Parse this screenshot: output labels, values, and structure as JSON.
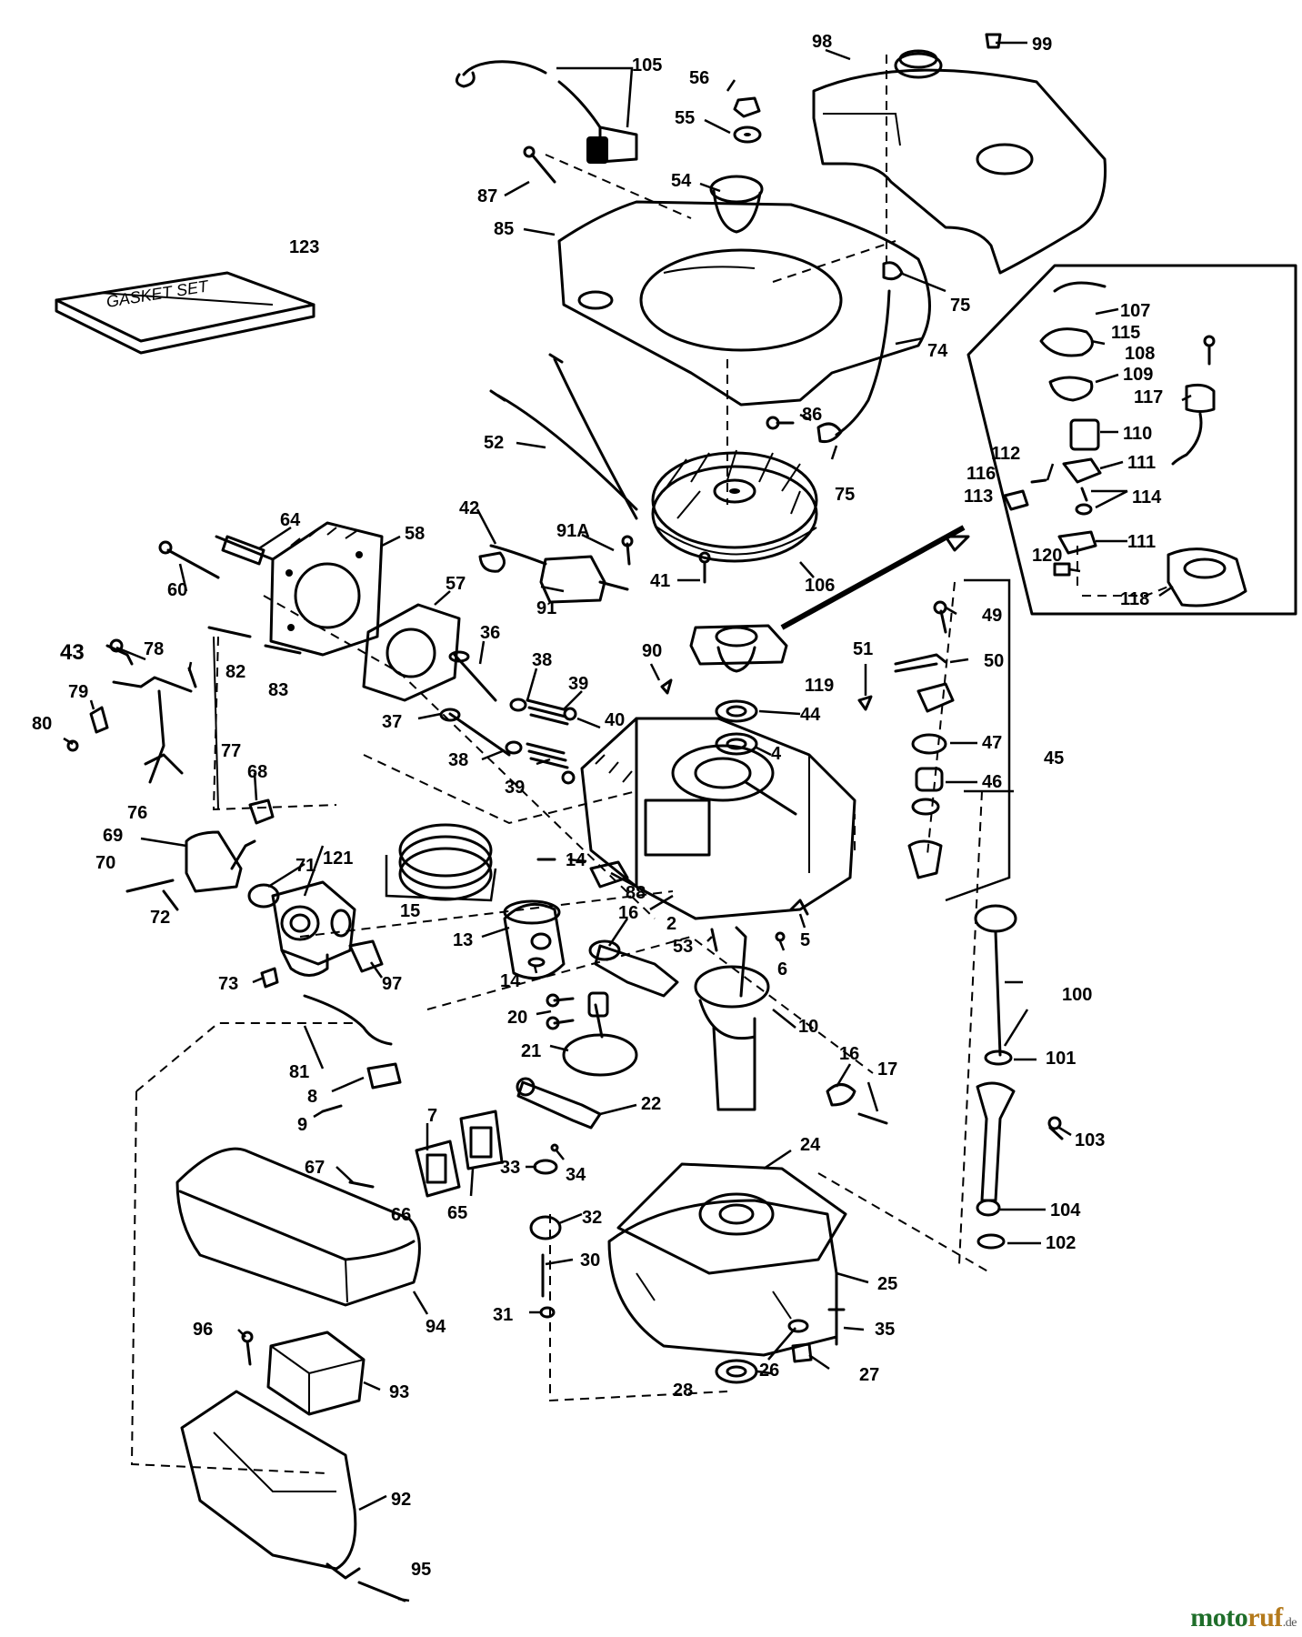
{
  "gasket_set_text": "GASKET SET",
  "watermark": {
    "part1": "moto",
    "part2": "ruf",
    "suffix": ".de"
  },
  "labels": [
    {
      "id": "l2",
      "text": "2"
    },
    {
      "id": "l4",
      "text": "4"
    },
    {
      "id": "l5",
      "text": "5"
    },
    {
      "id": "l6",
      "text": "6"
    },
    {
      "id": "l7",
      "text": "7"
    },
    {
      "id": "l8",
      "text": "8"
    },
    {
      "id": "l9",
      "text": "9"
    },
    {
      "id": "l10",
      "text": "10"
    },
    {
      "id": "l13",
      "text": "13"
    },
    {
      "id": "l14a",
      "text": "14"
    },
    {
      "id": "l14b",
      "text": "14"
    },
    {
      "id": "l15",
      "text": "15"
    },
    {
      "id": "l16a",
      "text": "16"
    },
    {
      "id": "l16b",
      "text": "16"
    },
    {
      "id": "l17",
      "text": "17"
    },
    {
      "id": "l20",
      "text": "20"
    },
    {
      "id": "l21",
      "text": "21"
    },
    {
      "id": "l22",
      "text": "22"
    },
    {
      "id": "l24",
      "text": "24"
    },
    {
      "id": "l25",
      "text": "25"
    },
    {
      "id": "l26",
      "text": "26"
    },
    {
      "id": "l27",
      "text": "27"
    },
    {
      "id": "l28",
      "text": "28"
    },
    {
      "id": "l30",
      "text": "30"
    },
    {
      "id": "l31",
      "text": "31"
    },
    {
      "id": "l32",
      "text": "32"
    },
    {
      "id": "l33",
      "text": "33"
    },
    {
      "id": "l34",
      "text": "34"
    },
    {
      "id": "l35",
      "text": "35"
    },
    {
      "id": "l36",
      "text": "36"
    },
    {
      "id": "l37",
      "text": "37"
    },
    {
      "id": "l38a",
      "text": "38"
    },
    {
      "id": "l38b",
      "text": "38"
    },
    {
      "id": "l39a",
      "text": "39"
    },
    {
      "id": "l39b",
      "text": "39"
    },
    {
      "id": "l40",
      "text": "40"
    },
    {
      "id": "l41",
      "text": "41"
    },
    {
      "id": "l42",
      "text": "42"
    },
    {
      "id": "l43",
      "text": "43"
    },
    {
      "id": "l44",
      "text": "44"
    },
    {
      "id": "l45",
      "text": "45"
    },
    {
      "id": "l46",
      "text": "46"
    },
    {
      "id": "l47",
      "text": "47"
    },
    {
      "id": "l49",
      "text": "49"
    },
    {
      "id": "l50",
      "text": "50"
    },
    {
      "id": "l51",
      "text": "51"
    },
    {
      "id": "l52",
      "text": "52"
    },
    {
      "id": "l53",
      "text": "53"
    },
    {
      "id": "l54",
      "text": "54"
    },
    {
      "id": "l55",
      "text": "55"
    },
    {
      "id": "l56",
      "text": "56"
    },
    {
      "id": "l57",
      "text": "57"
    },
    {
      "id": "l58",
      "text": "58"
    },
    {
      "id": "l60",
      "text": "60"
    },
    {
      "id": "l64",
      "text": "64"
    },
    {
      "id": "l65",
      "text": "65"
    },
    {
      "id": "l66",
      "text": "66"
    },
    {
      "id": "l67",
      "text": "67"
    },
    {
      "id": "l68",
      "text": "68"
    },
    {
      "id": "l69",
      "text": "69"
    },
    {
      "id": "l70",
      "text": "70"
    },
    {
      "id": "l71",
      "text": "71"
    },
    {
      "id": "l72",
      "text": "72"
    },
    {
      "id": "l73",
      "text": "73"
    },
    {
      "id": "l74",
      "text": "74"
    },
    {
      "id": "l75a",
      "text": "75"
    },
    {
      "id": "l75b",
      "text": "75"
    },
    {
      "id": "l76",
      "text": "76"
    },
    {
      "id": "l77",
      "text": "77"
    },
    {
      "id": "l78",
      "text": "78"
    },
    {
      "id": "l79",
      "text": "79"
    },
    {
      "id": "l80",
      "text": "80"
    },
    {
      "id": "l81",
      "text": "81"
    },
    {
      "id": "l82",
      "text": "82"
    },
    {
      "id": "l83",
      "text": "83"
    },
    {
      "id": "l85",
      "text": "85"
    },
    {
      "id": "l86",
      "text": "86"
    },
    {
      "id": "l87",
      "text": "87"
    },
    {
      "id": "l88",
      "text": "88"
    },
    {
      "id": "l90",
      "text": "90"
    },
    {
      "id": "l91",
      "text": "91"
    },
    {
      "id": "l91a",
      "text": "91A"
    },
    {
      "id": "l92",
      "text": "92"
    },
    {
      "id": "l93",
      "text": "93"
    },
    {
      "id": "l94",
      "text": "94"
    },
    {
      "id": "l95",
      "text": "95"
    },
    {
      "id": "l96",
      "text": "96"
    },
    {
      "id": "l97",
      "text": "97"
    },
    {
      "id": "l98",
      "text": "98"
    },
    {
      "id": "l99",
      "text": "99"
    },
    {
      "id": "l100",
      "text": "100"
    },
    {
      "id": "l101",
      "text": "101"
    },
    {
      "id": "l102",
      "text": "102"
    },
    {
      "id": "l103",
      "text": "103"
    },
    {
      "id": "l104",
      "text": "104"
    },
    {
      "id": "l105",
      "text": "105"
    },
    {
      "id": "l106",
      "text": "106"
    },
    {
      "id": "l107",
      "text": "107"
    },
    {
      "id": "l108",
      "text": "108"
    },
    {
      "id": "l109",
      "text": "109"
    },
    {
      "id": "l110",
      "text": "110"
    },
    {
      "id": "l111a",
      "text": "111"
    },
    {
      "id": "l111b",
      "text": "111"
    },
    {
      "id": "l112",
      "text": "112"
    },
    {
      "id": "l113",
      "text": "113"
    },
    {
      "id": "l114",
      "text": "114"
    },
    {
      "id": "l115",
      "text": "115"
    },
    {
      "id": "l116",
      "text": "116"
    },
    {
      "id": "l117",
      "text": "117"
    },
    {
      "id": "l118",
      "text": "118"
    },
    {
      "id": "l119",
      "text": "119"
    },
    {
      "id": "l120",
      "text": "120"
    },
    {
      "id": "l121",
      "text": "121"
    },
    {
      "id": "l123",
      "text": "123"
    }
  ]
}
